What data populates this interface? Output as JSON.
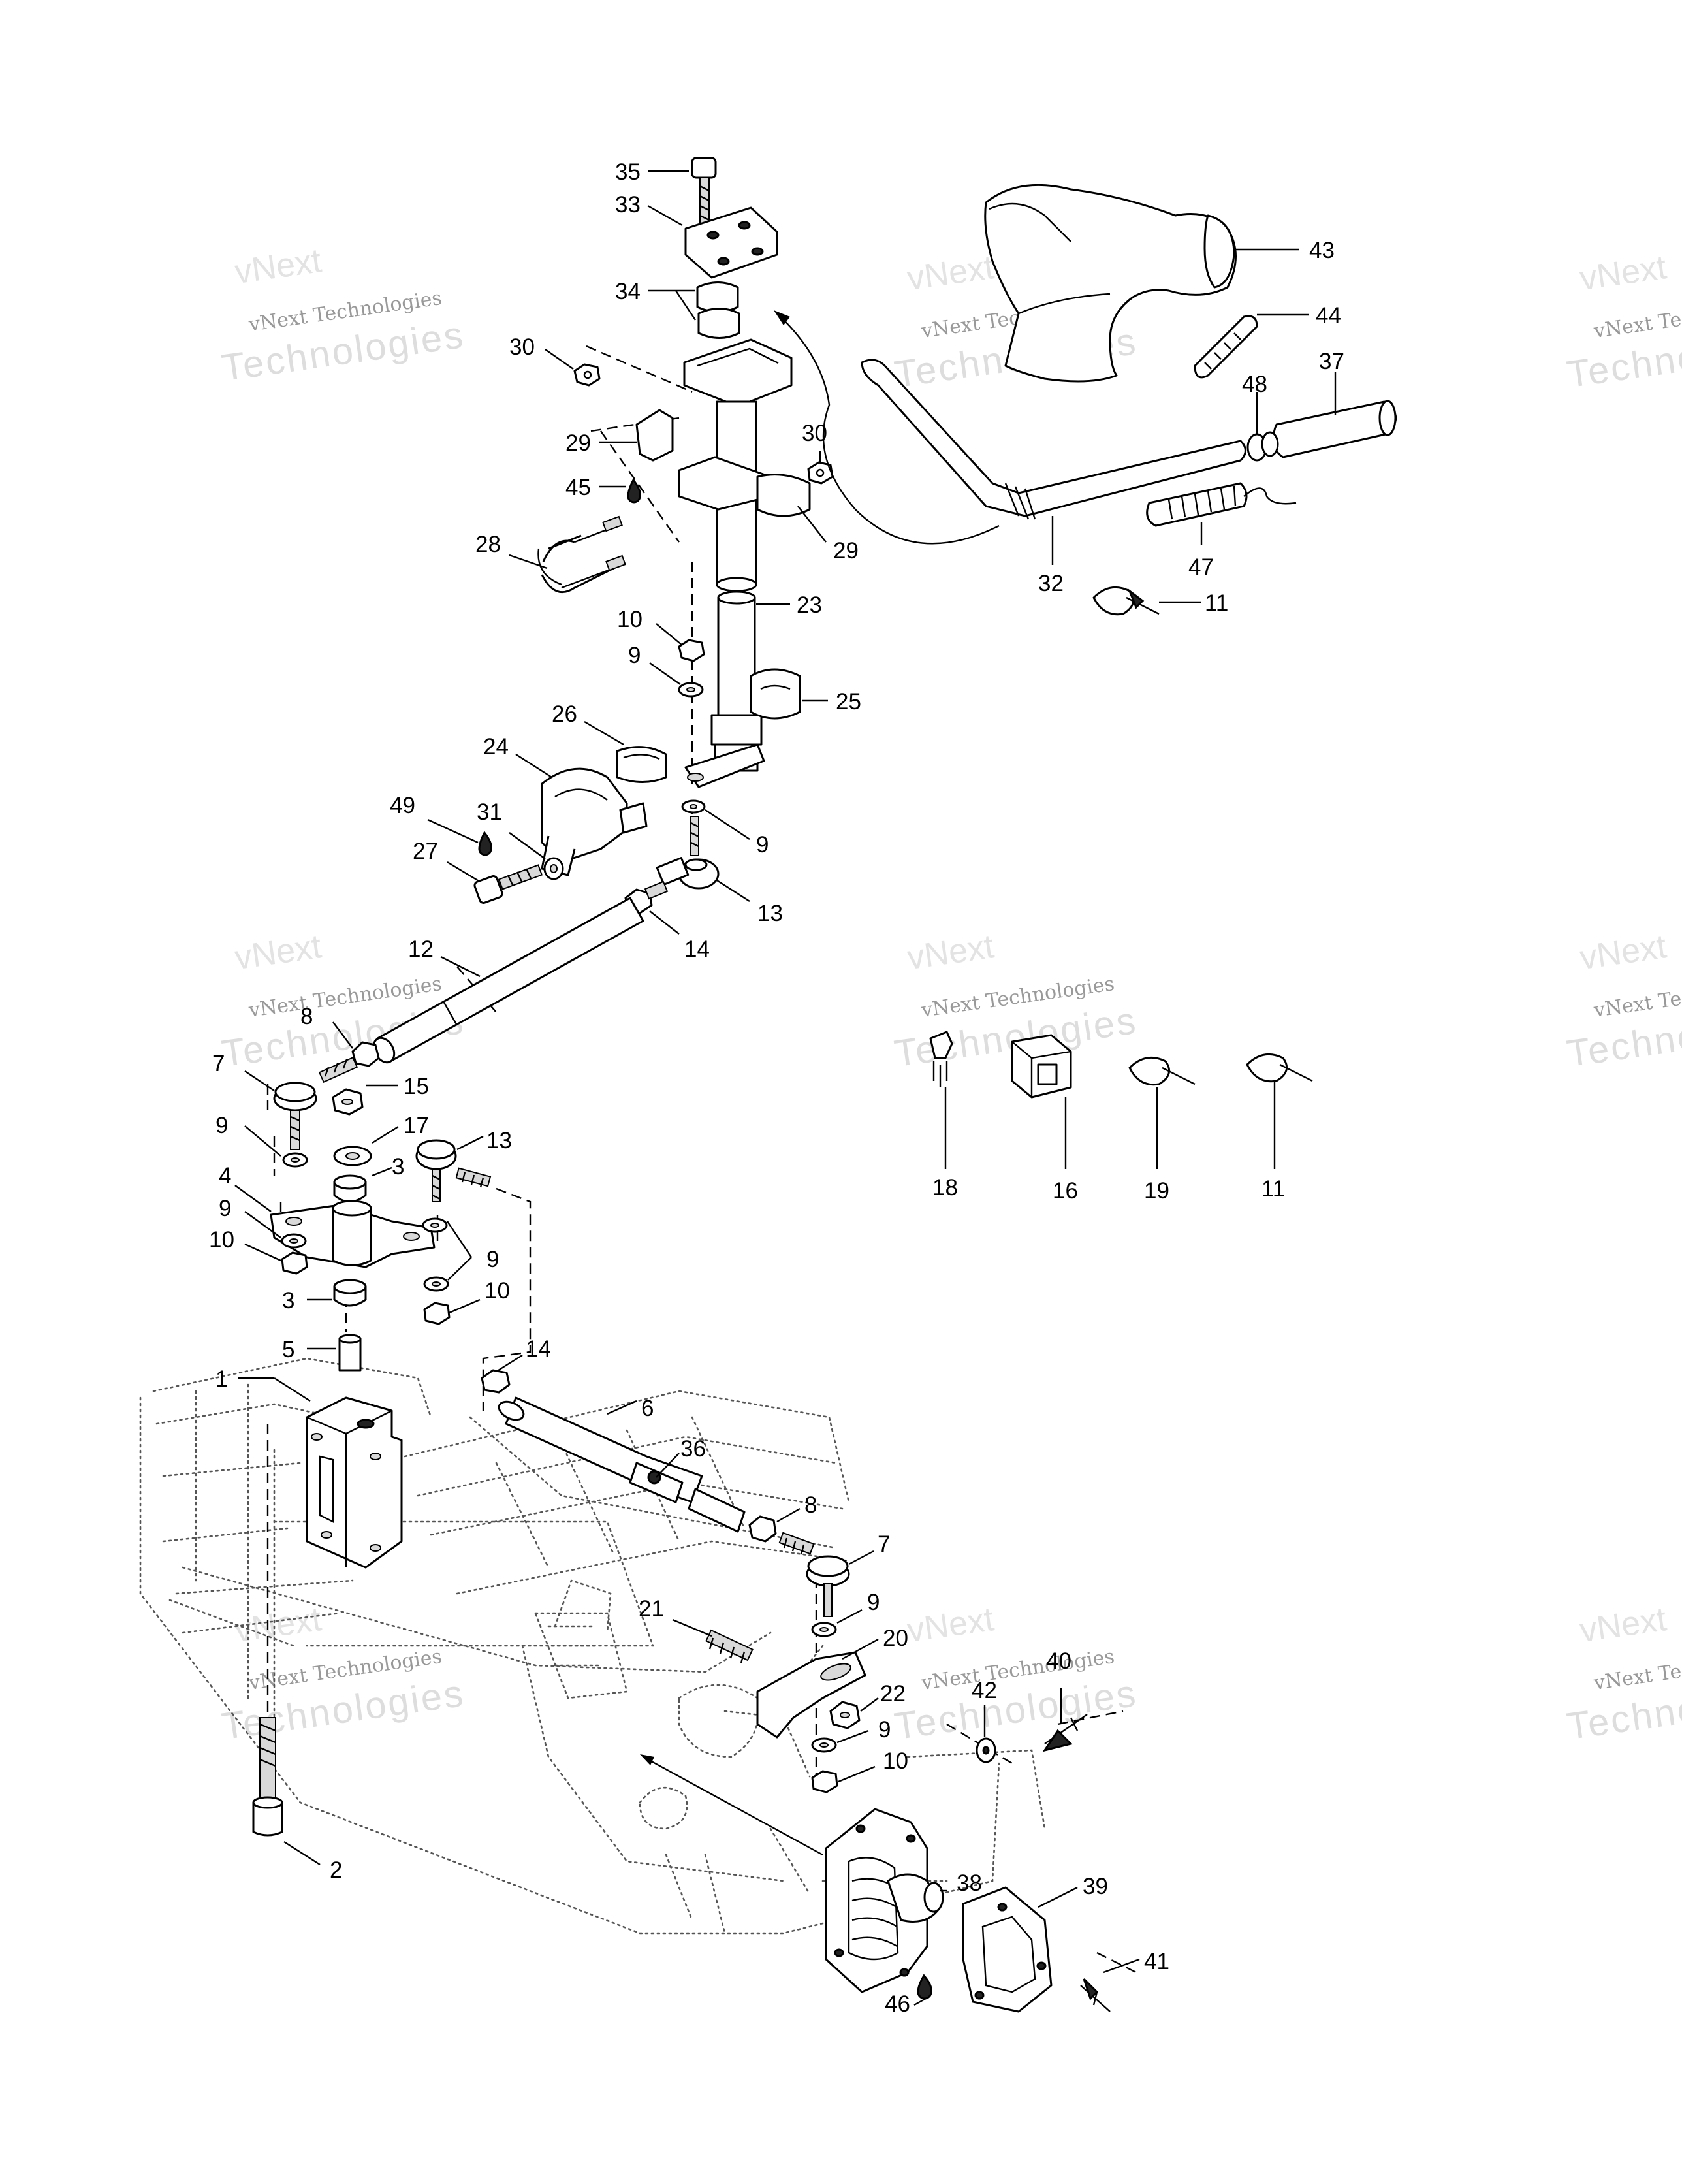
{
  "watermark": {
    "line1": "vNext",
    "line2": "vNext Technologies",
    "line3": "Technologies"
  },
  "parts": [
    {
      "id": "p35",
      "label": "35"
    },
    {
      "id": "p33",
      "label": "33"
    },
    {
      "id": "p34",
      "label": "34"
    },
    {
      "id": "p30a",
      "label": "30"
    },
    {
      "id": "p29a",
      "label": "29"
    },
    {
      "id": "p45",
      "label": "45"
    },
    {
      "id": "p30b",
      "label": "30"
    },
    {
      "id": "p29b",
      "label": "29"
    },
    {
      "id": "p28",
      "label": "28"
    },
    {
      "id": "p23",
      "label": "23"
    },
    {
      "id": "p10a",
      "label": "10"
    },
    {
      "id": "p9a",
      "label": "9"
    },
    {
      "id": "p25",
      "label": "25"
    },
    {
      "id": "p26",
      "label": "26"
    },
    {
      "id": "p24",
      "label": "24"
    },
    {
      "id": "p49",
      "label": "49"
    },
    {
      "id": "p31",
      "label": "31"
    },
    {
      "id": "p27",
      "label": "27"
    },
    {
      "id": "p9b",
      "label": "9"
    },
    {
      "id": "p13a",
      "label": "13"
    },
    {
      "id": "p14a",
      "label": "14"
    },
    {
      "id": "p12",
      "label": "12"
    },
    {
      "id": "p8a",
      "label": "8"
    },
    {
      "id": "p7a",
      "label": "7"
    },
    {
      "id": "p15",
      "label": "15"
    },
    {
      "id": "p17",
      "label": "17"
    },
    {
      "id": "p9c",
      "label": "9"
    },
    {
      "id": "p3a",
      "label": "3"
    },
    {
      "id": "p13b",
      "label": "13"
    },
    {
      "id": "p4",
      "label": "4"
    },
    {
      "id": "p9d",
      "label": "9"
    },
    {
      "id": "p10b",
      "label": "10"
    },
    {
      "id": "p9e",
      "label": "9"
    },
    {
      "id": "p10c",
      "label": "10"
    },
    {
      "id": "p3b",
      "label": "3"
    },
    {
      "id": "p5",
      "label": "5"
    },
    {
      "id": "p14b",
      "label": "14"
    },
    {
      "id": "p1",
      "label": "1"
    },
    {
      "id": "p6",
      "label": "6"
    },
    {
      "id": "p36",
      "label": "36"
    },
    {
      "id": "p8b",
      "label": "8"
    },
    {
      "id": "p7b",
      "label": "7"
    },
    {
      "id": "p21",
      "label": "21"
    },
    {
      "id": "p9f",
      "label": "9"
    },
    {
      "id": "p20",
      "label": "20"
    },
    {
      "id": "p22",
      "label": "22"
    },
    {
      "id": "p9g",
      "label": "9"
    },
    {
      "id": "p10d",
      "label": "10"
    },
    {
      "id": "p40",
      "label": "40"
    },
    {
      "id": "p42",
      "label": "42"
    },
    {
      "id": "p38",
      "label": "38"
    },
    {
      "id": "p39",
      "label": "39"
    },
    {
      "id": "p41",
      "label": "41"
    },
    {
      "id": "p46",
      "label": "46"
    },
    {
      "id": "p2",
      "label": "2"
    },
    {
      "id": "p43",
      "label": "43"
    },
    {
      "id": "p44",
      "label": "44"
    },
    {
      "id": "p48",
      "label": "48"
    },
    {
      "id": "p37",
      "label": "37"
    },
    {
      "id": "p32",
      "label": "32"
    },
    {
      "id": "p47",
      "label": "47"
    },
    {
      "id": "p11a",
      "label": "11"
    },
    {
      "id": "p18",
      "label": "18"
    },
    {
      "id": "p16",
      "label": "16"
    },
    {
      "id": "p19",
      "label": "19"
    },
    {
      "id": "p11b",
      "label": "11"
    }
  ]
}
